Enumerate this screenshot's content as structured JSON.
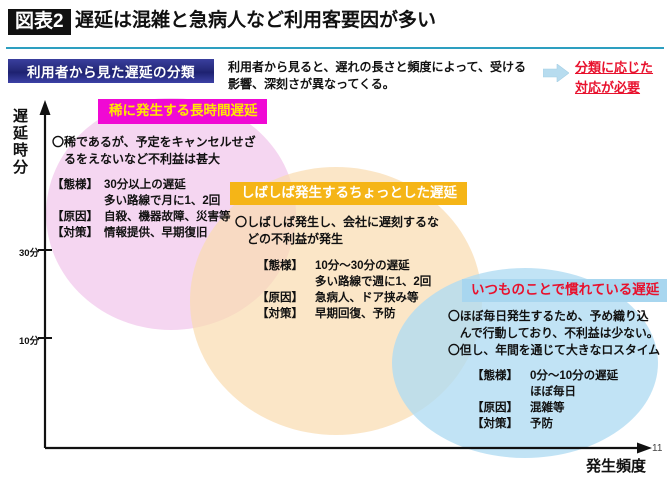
{
  "header": {
    "badge": "図表2",
    "title": "遅延は混雑と急病人など利用客要因が多い"
  },
  "subheader": {
    "class_box_label": "利用者から見た遅延の分類",
    "lead_text": "利用者から見ると、遅れの長さと頻度によって、受ける影響、深刻さが異なってくる。",
    "arrow_icon": "right-arrow-icon",
    "conclusion_line1": "分類に応じた",
    "conclusion_line2": "対応が必要",
    "conclusion_color": "#e8112d"
  },
  "axes": {
    "y_label": "遅延時分",
    "x_label": "発生頻度",
    "y_ticks": [
      "30分",
      "10分"
    ],
    "x_end_number": "11"
  },
  "groups": [
    {
      "id": "rare",
      "label": "稀に発生する長時間遅延",
      "label_bg": "#f009d4",
      "label_color": "#ffe800",
      "ellipse_color": "#f3cdee",
      "summary_lines": [
        "〇稀であるが、予定をキャンセルせざ",
        "　るをえないなど不利益は甚大"
      ],
      "details": [
        {
          "key": "【態様】",
          "value": "30分以上の遅延",
          "sub": "多い路線で月に1、2回"
        },
        {
          "key": "【原因】",
          "value": "自殺、機器故障、災害等",
          "sub": ""
        },
        {
          "key": "【対策】",
          "value": "情報提供、早期復旧",
          "sub": ""
        }
      ]
    },
    {
      "id": "often",
      "label": "しばしば発生するちょっとした遅延",
      "label_bg": "#f5b517",
      "label_color": "#ffffff",
      "ellipse_color": "#fadcaf",
      "summary_lines": [
        "〇しばしば発生し、会社に遅刻するな",
        "　どの不利益が発生"
      ],
      "details": [
        {
          "key": "【態様】",
          "value": "10分〜30分の遅延",
          "sub": "多い路線で週に1、2回"
        },
        {
          "key": "【原因】",
          "value": "急病人、ドア挟み等",
          "sub": ""
        },
        {
          "key": "【対策】",
          "value": "早期回復、予防",
          "sub": ""
        }
      ]
    },
    {
      "id": "usual",
      "label": "いつものことで慣れている遅延",
      "label_bg": "#a8d6ef",
      "label_color": "#e8112d",
      "ellipse_color": "#b0dbf2",
      "summary_lines": [
        "〇ほぼ毎日発生するため、予め織り込",
        "　んで行動しており、不利益は少ない。",
        "〇但し、年間を通じて大きなロスタイム"
      ],
      "details": [
        {
          "key": "【態様】",
          "value": "0分〜10分の遅延",
          "sub": "ほぼ毎日"
        },
        {
          "key": "【原因】",
          "value": "混雑等",
          "sub": ""
        },
        {
          "key": "【対策】",
          "value": "予防",
          "sub": ""
        }
      ]
    }
  ]
}
